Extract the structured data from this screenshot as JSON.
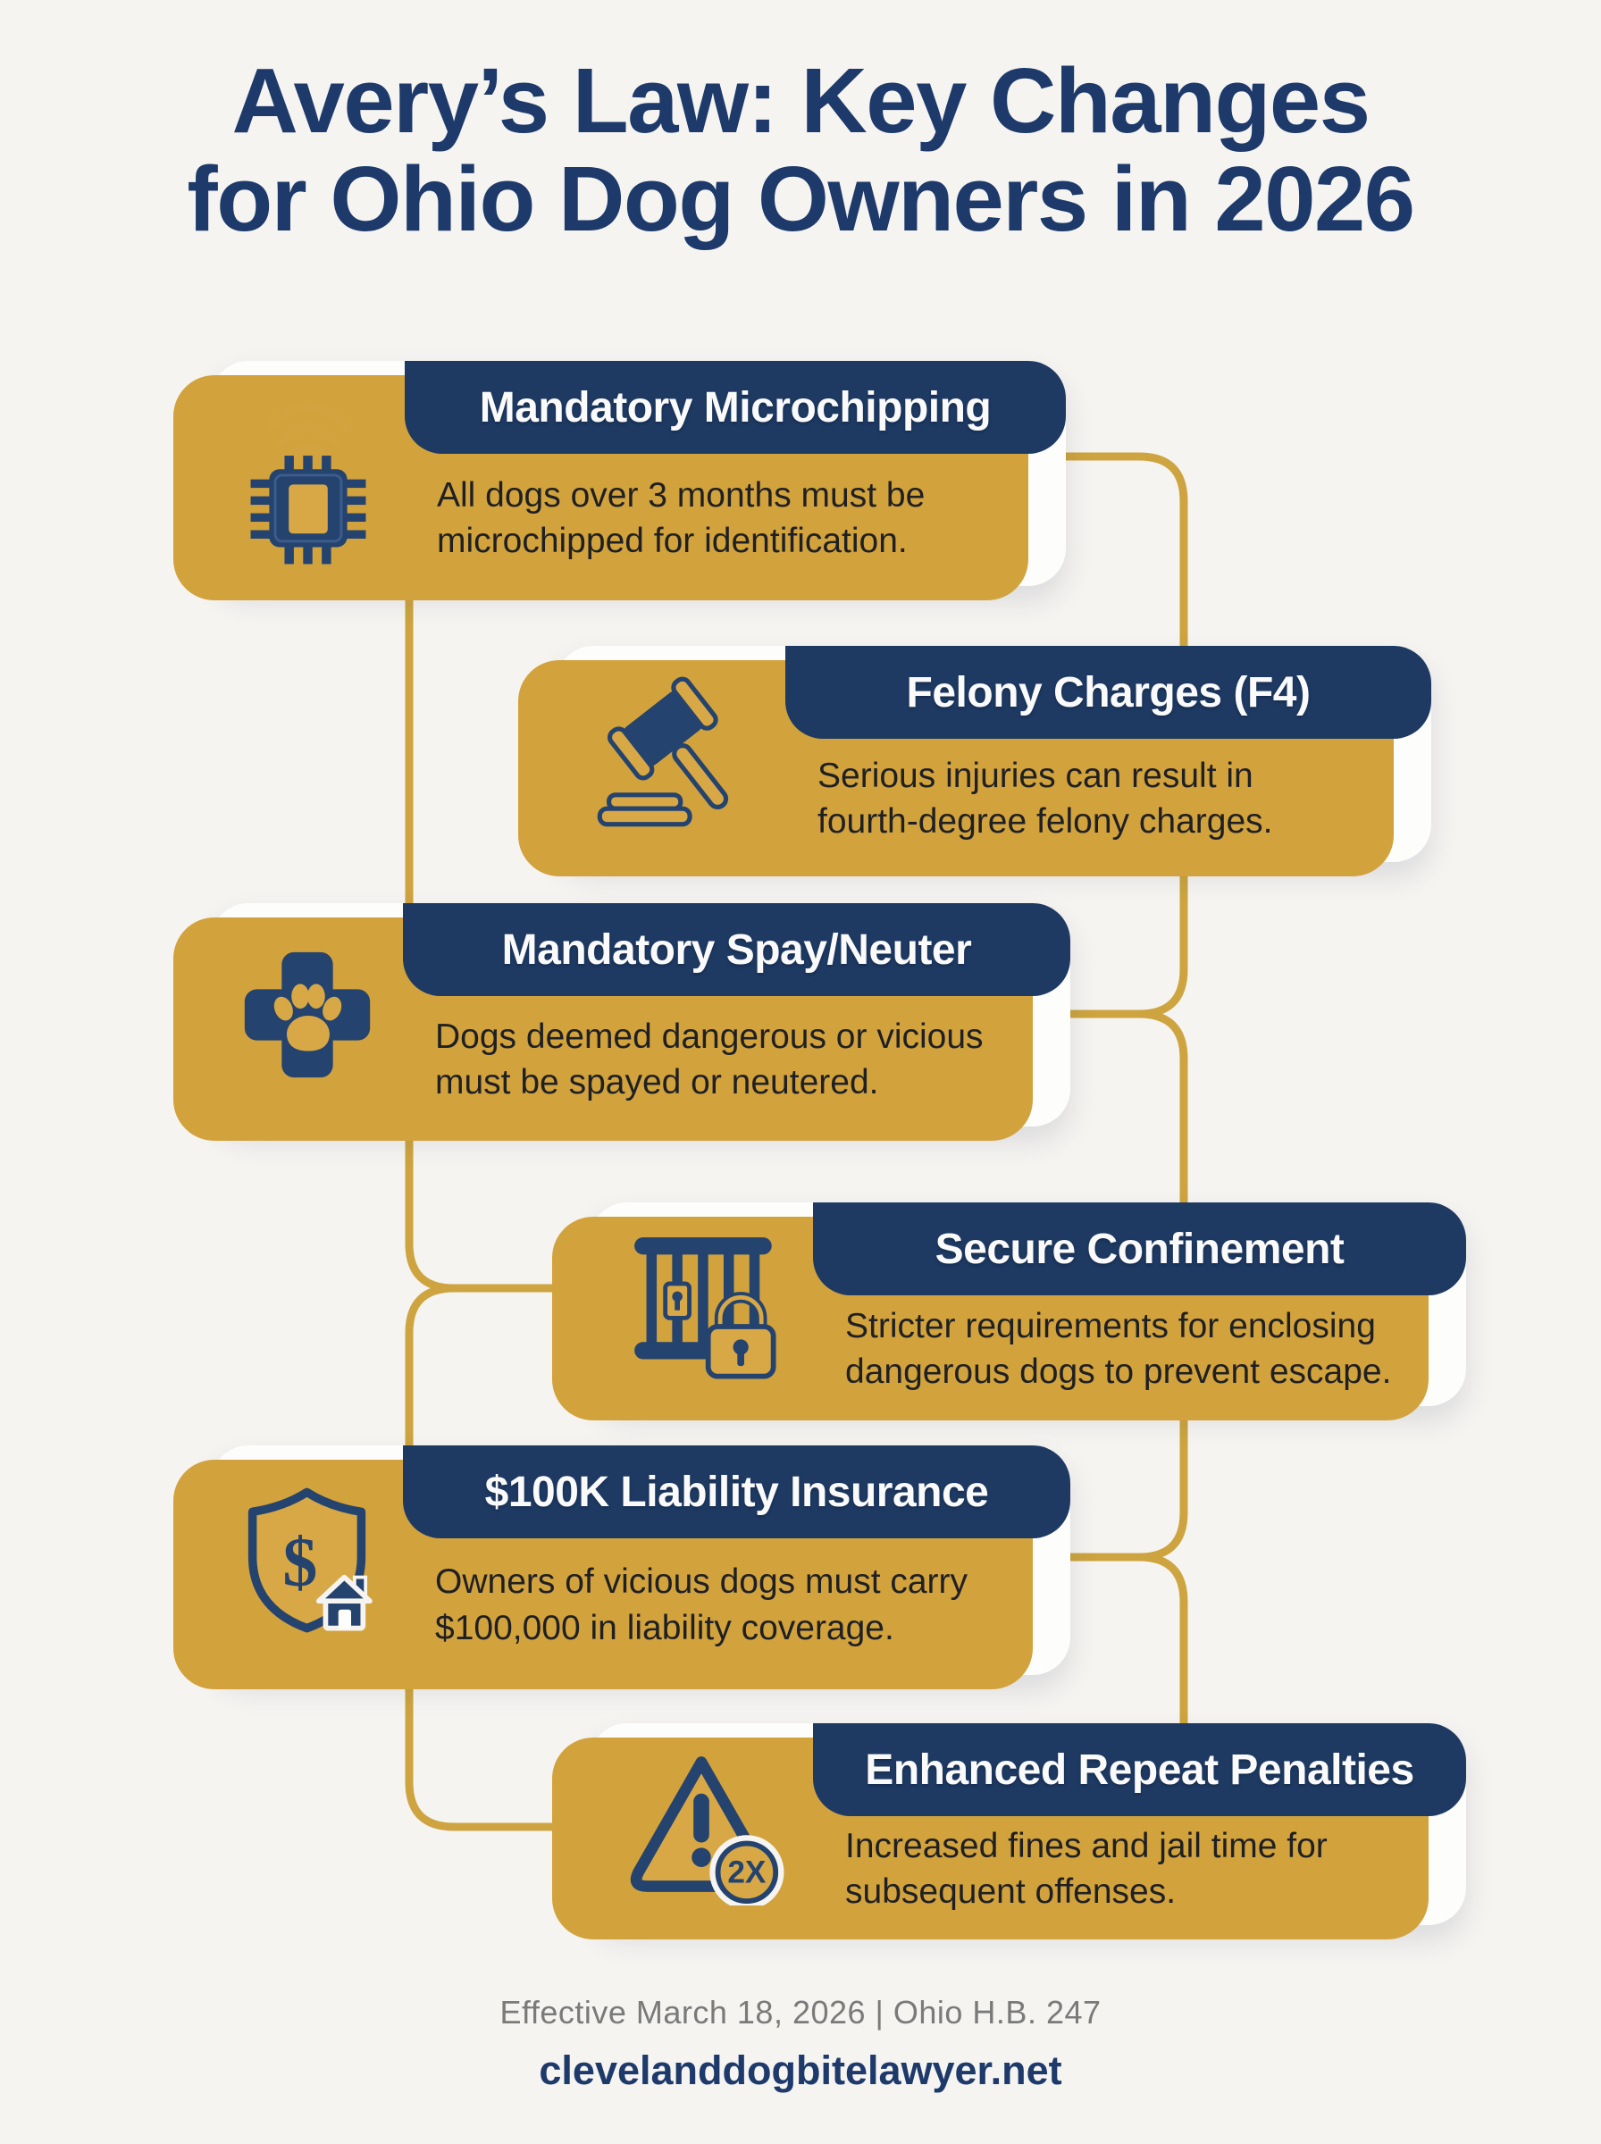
{
  "page": {
    "title_line1": "Avery’s Law: Key Changes",
    "title_line2": "for Ohio Dog Owners in 2026",
    "footer_note": "Effective March 18, 2026 | Ohio H.B. 247",
    "footer_site": "clevelanddogbitelawyer.net"
  },
  "colors": {
    "navy": "#1e3a63",
    "gold": "#d2a23c",
    "background": "#f6f4f1",
    "body_text": "#1f2024",
    "footer_gray": "#7a7a7a"
  },
  "cards": [
    {
      "title": "Mandatory Microchipping",
      "description": "All dogs over 3 months must be\nmicrochipped for identification.",
      "icon": "microchip-wifi-icon"
    },
    {
      "title": "Felony Charges (F4)",
      "description": "Serious injuries can result in\nfourth-degree felony charges.",
      "icon": "gavel-icon"
    },
    {
      "title": "Mandatory Spay/Neuter",
      "description": "Dogs deemed dangerous or vicious\nmust be spayed or neutered.",
      "icon": "vet-cross-paw-icon"
    },
    {
      "title": "Secure Confinement",
      "description": "Stricter requirements for enclosing\ndangerous dogs to prevent escape.",
      "icon": "cage-lock-icon"
    },
    {
      "title": "$100K Liability Insurance",
      "description": "Owners of vicious dogs must carry\n$100,000 in liability coverage.",
      "icon": "shield-dollar-house-icon"
    },
    {
      "title": "Enhanced Repeat Penalties",
      "description": "Increased fines and jail time for\nsubsequent offenses.",
      "icon": "warning-2x-icon"
    }
  ],
  "icons": {
    "dollar": "$",
    "badge_2x": "2X"
  }
}
